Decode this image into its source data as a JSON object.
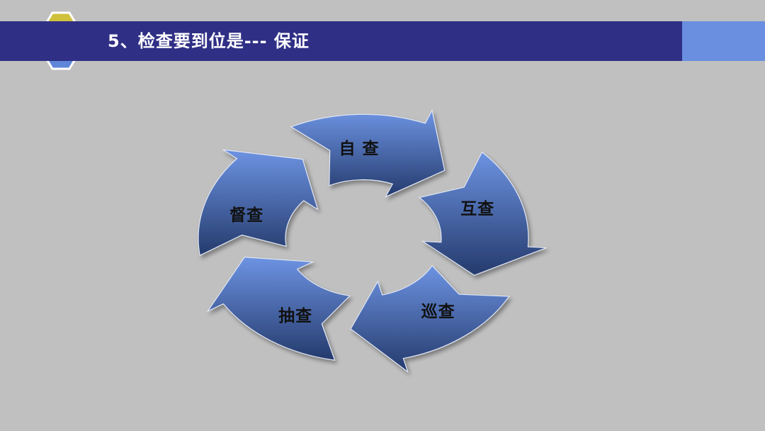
{
  "title": "5、检查要到位是--- 保证",
  "colors": {
    "title_bar": "#2f2f86",
    "title_accent": "#6a8fe0",
    "hex_yellow": "#cfc13c",
    "hex_teal": "#5fa8a2",
    "hex_blue": "#5f86d8",
    "arrow_light": "#6d93e2",
    "arrow_dark": "#243a6c"
  },
  "cycle": {
    "nodes": [
      {
        "label": "自 查"
      },
      {
        "label": "互查"
      },
      {
        "label": "巡查"
      },
      {
        "label": "抽查"
      },
      {
        "label": "督查"
      }
    ]
  }
}
